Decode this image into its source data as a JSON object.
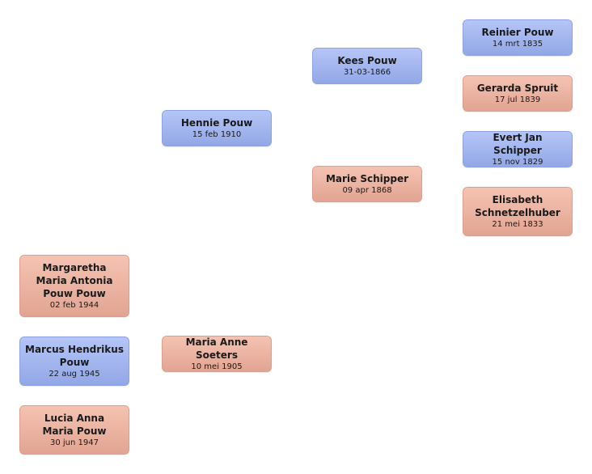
{
  "people": {
    "reinier": {
      "name": "Reinier Pouw",
      "date": "14 mrt 1835"
    },
    "gerarda": {
      "name": "Gerarda Spruit",
      "date": "17 jul 1839"
    },
    "evert": {
      "name": "Evert Jan Schipper",
      "date": "15 nov 1829"
    },
    "elisabeth": {
      "name": "Elisabeth Schnetzelhuber",
      "date": "21 mei 1833"
    },
    "kees": {
      "name": "Kees Pouw",
      "date": "31-03-1866"
    },
    "marie": {
      "name": "Marie Schipper",
      "date": "09 apr 1868"
    },
    "hennie": {
      "name": "Hennie Pouw",
      "date": "15 feb 1910"
    },
    "maria_anne": {
      "name": "Maria Anne Soeters",
      "date": "10 mei 1905"
    },
    "margaretha": {
      "name": "Margaretha Maria Antonia Pouw Pouw",
      "date": "02 feb 1944"
    },
    "marcus": {
      "name": "Marcus Hendrikus Pouw",
      "date": "22 aug 1945"
    },
    "lucia": {
      "name": "Lucia Anna Maria Pouw",
      "date": "30 jun 1947"
    }
  },
  "colors": {
    "male": "#a3b5ee",
    "female": "#eeb5a3"
  }
}
